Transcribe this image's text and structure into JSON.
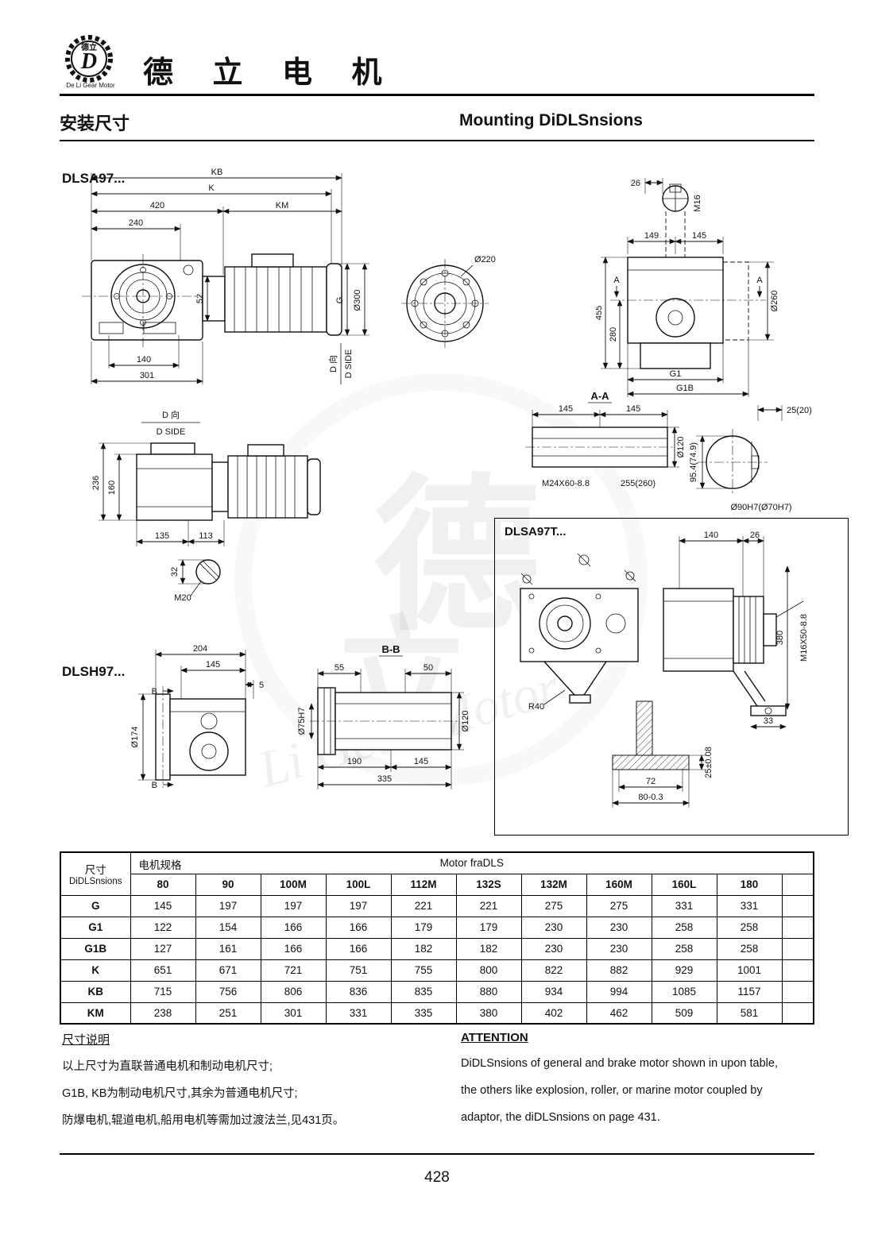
{
  "page": {
    "brand": "德 立 电 机",
    "logo_char": "德立",
    "logo_d": "D",
    "logo_sub": "De Li Gear Motor",
    "title_cn": "安装尺寸",
    "title_en": "Mounting DiDLSnsions",
    "page_number": "428",
    "watermark_char1": "德",
    "watermark_char2": "立",
    "watermark_text": "Li Gear Motor"
  },
  "drawings": {
    "dlsa97": {
      "label": "DLSA97...",
      "kb": "KB",
      "k": "K",
      "l420": "420",
      "km": "KM",
      "l240": "240",
      "l52": "52",
      "g": "G",
      "dia300": "Ø300",
      "l140": "140",
      "l301": "301",
      "d_dir": "D 向",
      "d_side": "D SIDE"
    },
    "flange": {
      "dia220": "Ø220"
    },
    "front": {
      "l26": "26",
      "m16": "M16",
      "l149": "149",
      "l145": "145",
      "l455": "455",
      "l280": "280",
      "a_left": "A",
      "a_right": "A",
      "dia260": "Ø260",
      "g1": "G1",
      "g1b": "G1B"
    },
    "aa": {
      "label": "A-A",
      "l145a": "145",
      "l145b": "145",
      "dia120": "Ø120",
      "m24": "M24X60-8.8",
      "l255": "255(260)"
    },
    "shaft_end": {
      "l25": "25(20)",
      "l954": "95.4(74.9)",
      "dia90": "Ø90H7(Ø70H7)"
    },
    "dside": {
      "d_dir": "D 向",
      "d_side": "D SIDE",
      "l236": "236",
      "l160": "160",
      "l135": "135",
      "l113": "113",
      "l32": "32",
      "m20": "M20"
    },
    "dlsh97": {
      "label": "DLSH97...",
      "l204": "204",
      "l145": "145",
      "l5": "5",
      "dia174": "Ø174",
      "b_top": "B",
      "b_bottom": "B"
    },
    "bb": {
      "label": "B-B",
      "l55": "55",
      "l50": "50",
      "dia120": "Ø120",
      "dia75": "Ø75H7",
      "l190": "190",
      "l145": "145",
      "l335": "335"
    },
    "dlsa97t": {
      "label": "DLSA97T...",
      "l140": "140",
      "l26": "26",
      "l380": "380",
      "m16x50": "M16X50-8.8",
      "r40": "R40",
      "l33": "33",
      "l72": "72",
      "l80": "80-0.3",
      "l25": "25±0.08"
    }
  },
  "table": {
    "dim_header_cn": "尺寸",
    "dim_header_en": "DiDLSnsions",
    "motor_spec_cn": "电机规格",
    "motor_frame_en": "Motor fraDLS",
    "frames": [
      "80",
      "90",
      "100M",
      "100L",
      "112M",
      "132S",
      "132M",
      "160M",
      "160L",
      "180"
    ],
    "rows": [
      {
        "label": "G",
        "values": [
          "145",
          "197",
          "197",
          "197",
          "221",
          "221",
          "275",
          "275",
          "331",
          "331"
        ]
      },
      {
        "label": "G1",
        "values": [
          "122",
          "154",
          "166",
          "166",
          "179",
          "179",
          "230",
          "230",
          "258",
          "258"
        ]
      },
      {
        "label": "G1B",
        "values": [
          "127",
          "161",
          "166",
          "166",
          "182",
          "182",
          "230",
          "230",
          "258",
          "258"
        ]
      },
      {
        "label": "K",
        "values": [
          "651",
          "671",
          "721",
          "751",
          "755",
          "800",
          "822",
          "882",
          "929",
          "1001"
        ]
      },
      {
        "label": "KB",
        "values": [
          "715",
          "756",
          "806",
          "836",
          "835",
          "880",
          "934",
          "994",
          "1085",
          "1157"
        ]
      },
      {
        "label": "KM",
        "values": [
          "238",
          "251",
          "301",
          "331",
          "335",
          "380",
          "402",
          "462",
          "509",
          "581"
        ]
      }
    ]
  },
  "notes": {
    "title": "尺寸说明",
    "lines": [
      "以上尺寸为直联普通电机和制动电机尺寸;",
      "G1B, KB为制动电机尺寸,其余为普通电机尺寸;",
      "防爆电机,辊道电机,船用电机等需加过渡法兰,见431页。"
    ]
  },
  "attention": {
    "title": "ATTENTION",
    "lines": [
      "DiDLSnsions of general and brake motor shown in upon table,",
      "the others like explosion, roller, or marine motor coupled by",
      "adaptor, the diDLSnsions on page 431."
    ]
  }
}
